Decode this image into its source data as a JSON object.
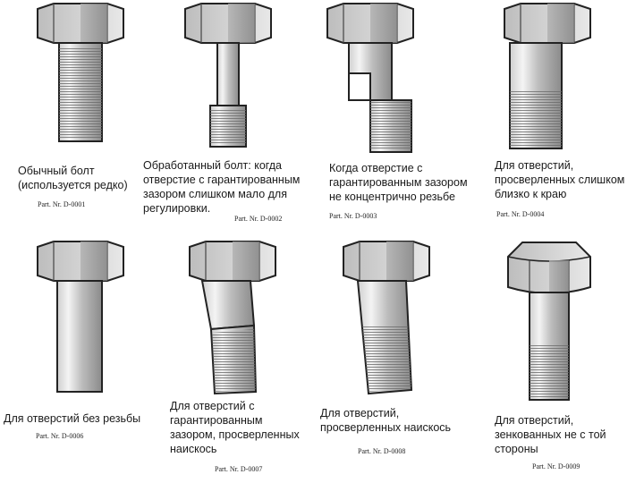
{
  "bolts": [
    {
      "id": "1",
      "caption": [
        "Обычный болт",
        "(используется редко)"
      ],
      "part_no": "Part. Nr. D-0001"
    },
    {
      "id": "2",
      "caption": [
        "Обработанный болт: когда",
        "отверстие с гарантированным",
        "зазором слишком мало для",
        "регулировки."
      ],
      "part_no": "Part. Nr. D-0002"
    },
    {
      "id": "3",
      "caption": [
        "Когда отверстие с",
        "гарантированным зазором",
        "не концентрично резьбе"
      ],
      "part_no": "Part. Nr. D-0003"
    },
    {
      "id": "4",
      "caption": [
        "Для отверстий,",
        "просверленных слишком",
        "близко к краю"
      ],
      "part_no": "Part. Nr. D-0004"
    },
    {
      "id": "5",
      "caption": [
        "Для отверстий без резьбы"
      ],
      "part_no": "Part. Nr. D-0006"
    },
    {
      "id": "6",
      "caption": [
        "Для отверстий с",
        "гарантированным",
        "зазором, просверленных",
        "наискось"
      ],
      "part_no": "Part. Nr. D-0007"
    },
    {
      "id": "7",
      "caption": [
        "Для отверстий,",
        "просверленных наискось"
      ],
      "part_no": "Part. Nr. D-0008"
    },
    {
      "id": "8",
      "caption": [
        "Для отверстий,",
        "зенкованных не с той",
        "стороны"
      ],
      "part_no": "Part. Nr. D-0009"
    }
  ]
}
